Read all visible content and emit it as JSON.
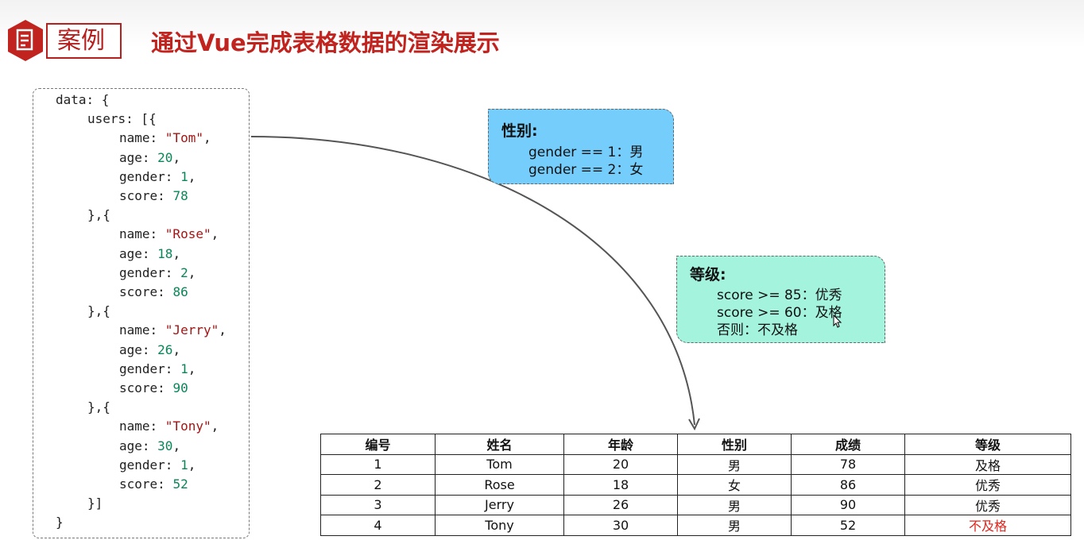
{
  "header": {
    "case_label": "案例",
    "title": "通过Vue完成表格数据的渲染展示"
  },
  "code": {
    "lines": [
      "data: {",
      "users: [{",
      "name: ",
      "\"Tom\"",
      ",",
      "age: ",
      "20",
      ",",
      "gender: ",
      "1",
      ",",
      "score: ",
      "78",
      "},{",
      "name: ",
      "\"Rose\"",
      ",",
      "age: ",
      "18",
      ",",
      "gender: ",
      "2",
      ",",
      "score: ",
      "86",
      "},{",
      "name: ",
      "\"Jerry\"",
      ",",
      "age: ",
      "26",
      ",",
      "gender: ",
      "1",
      ",",
      "score: ",
      "90",
      "},{",
      "name: ",
      "\"Tony\"",
      ",",
      "age: ",
      "30",
      ",",
      "gender: ",
      "1",
      ",",
      "score: ",
      "52",
      "}]",
      "}"
    ]
  },
  "notes": {
    "gender": {
      "title": "性别:",
      "lines": [
        "gender == 1：男",
        "gender == 2：女"
      ]
    },
    "grade": {
      "title": "等级:",
      "lines": [
        "score >= 85：优秀",
        "score >= 60：及格",
        "否则：不及格"
      ]
    }
  },
  "table": {
    "headers": [
      "编号",
      "姓名",
      "年龄",
      "性别",
      "成绩",
      "等级"
    ],
    "rows": [
      [
        "1",
        "Tom",
        "20",
        "男",
        "78",
        "及格"
      ],
      [
        "2",
        "Rose",
        "18",
        "女",
        "86",
        "优秀"
      ],
      [
        "3",
        "Jerry",
        "26",
        "男",
        "90",
        "优秀"
      ],
      [
        "4",
        "Tony",
        "30",
        "男",
        "52",
        "不及格"
      ]
    ]
  },
  "colors": {
    "brand_red": "#c1241f",
    "gender_note_bg": "#75cdfb",
    "grade_note_bg": "#a3f3dd",
    "fail_text": "#e0241c"
  }
}
